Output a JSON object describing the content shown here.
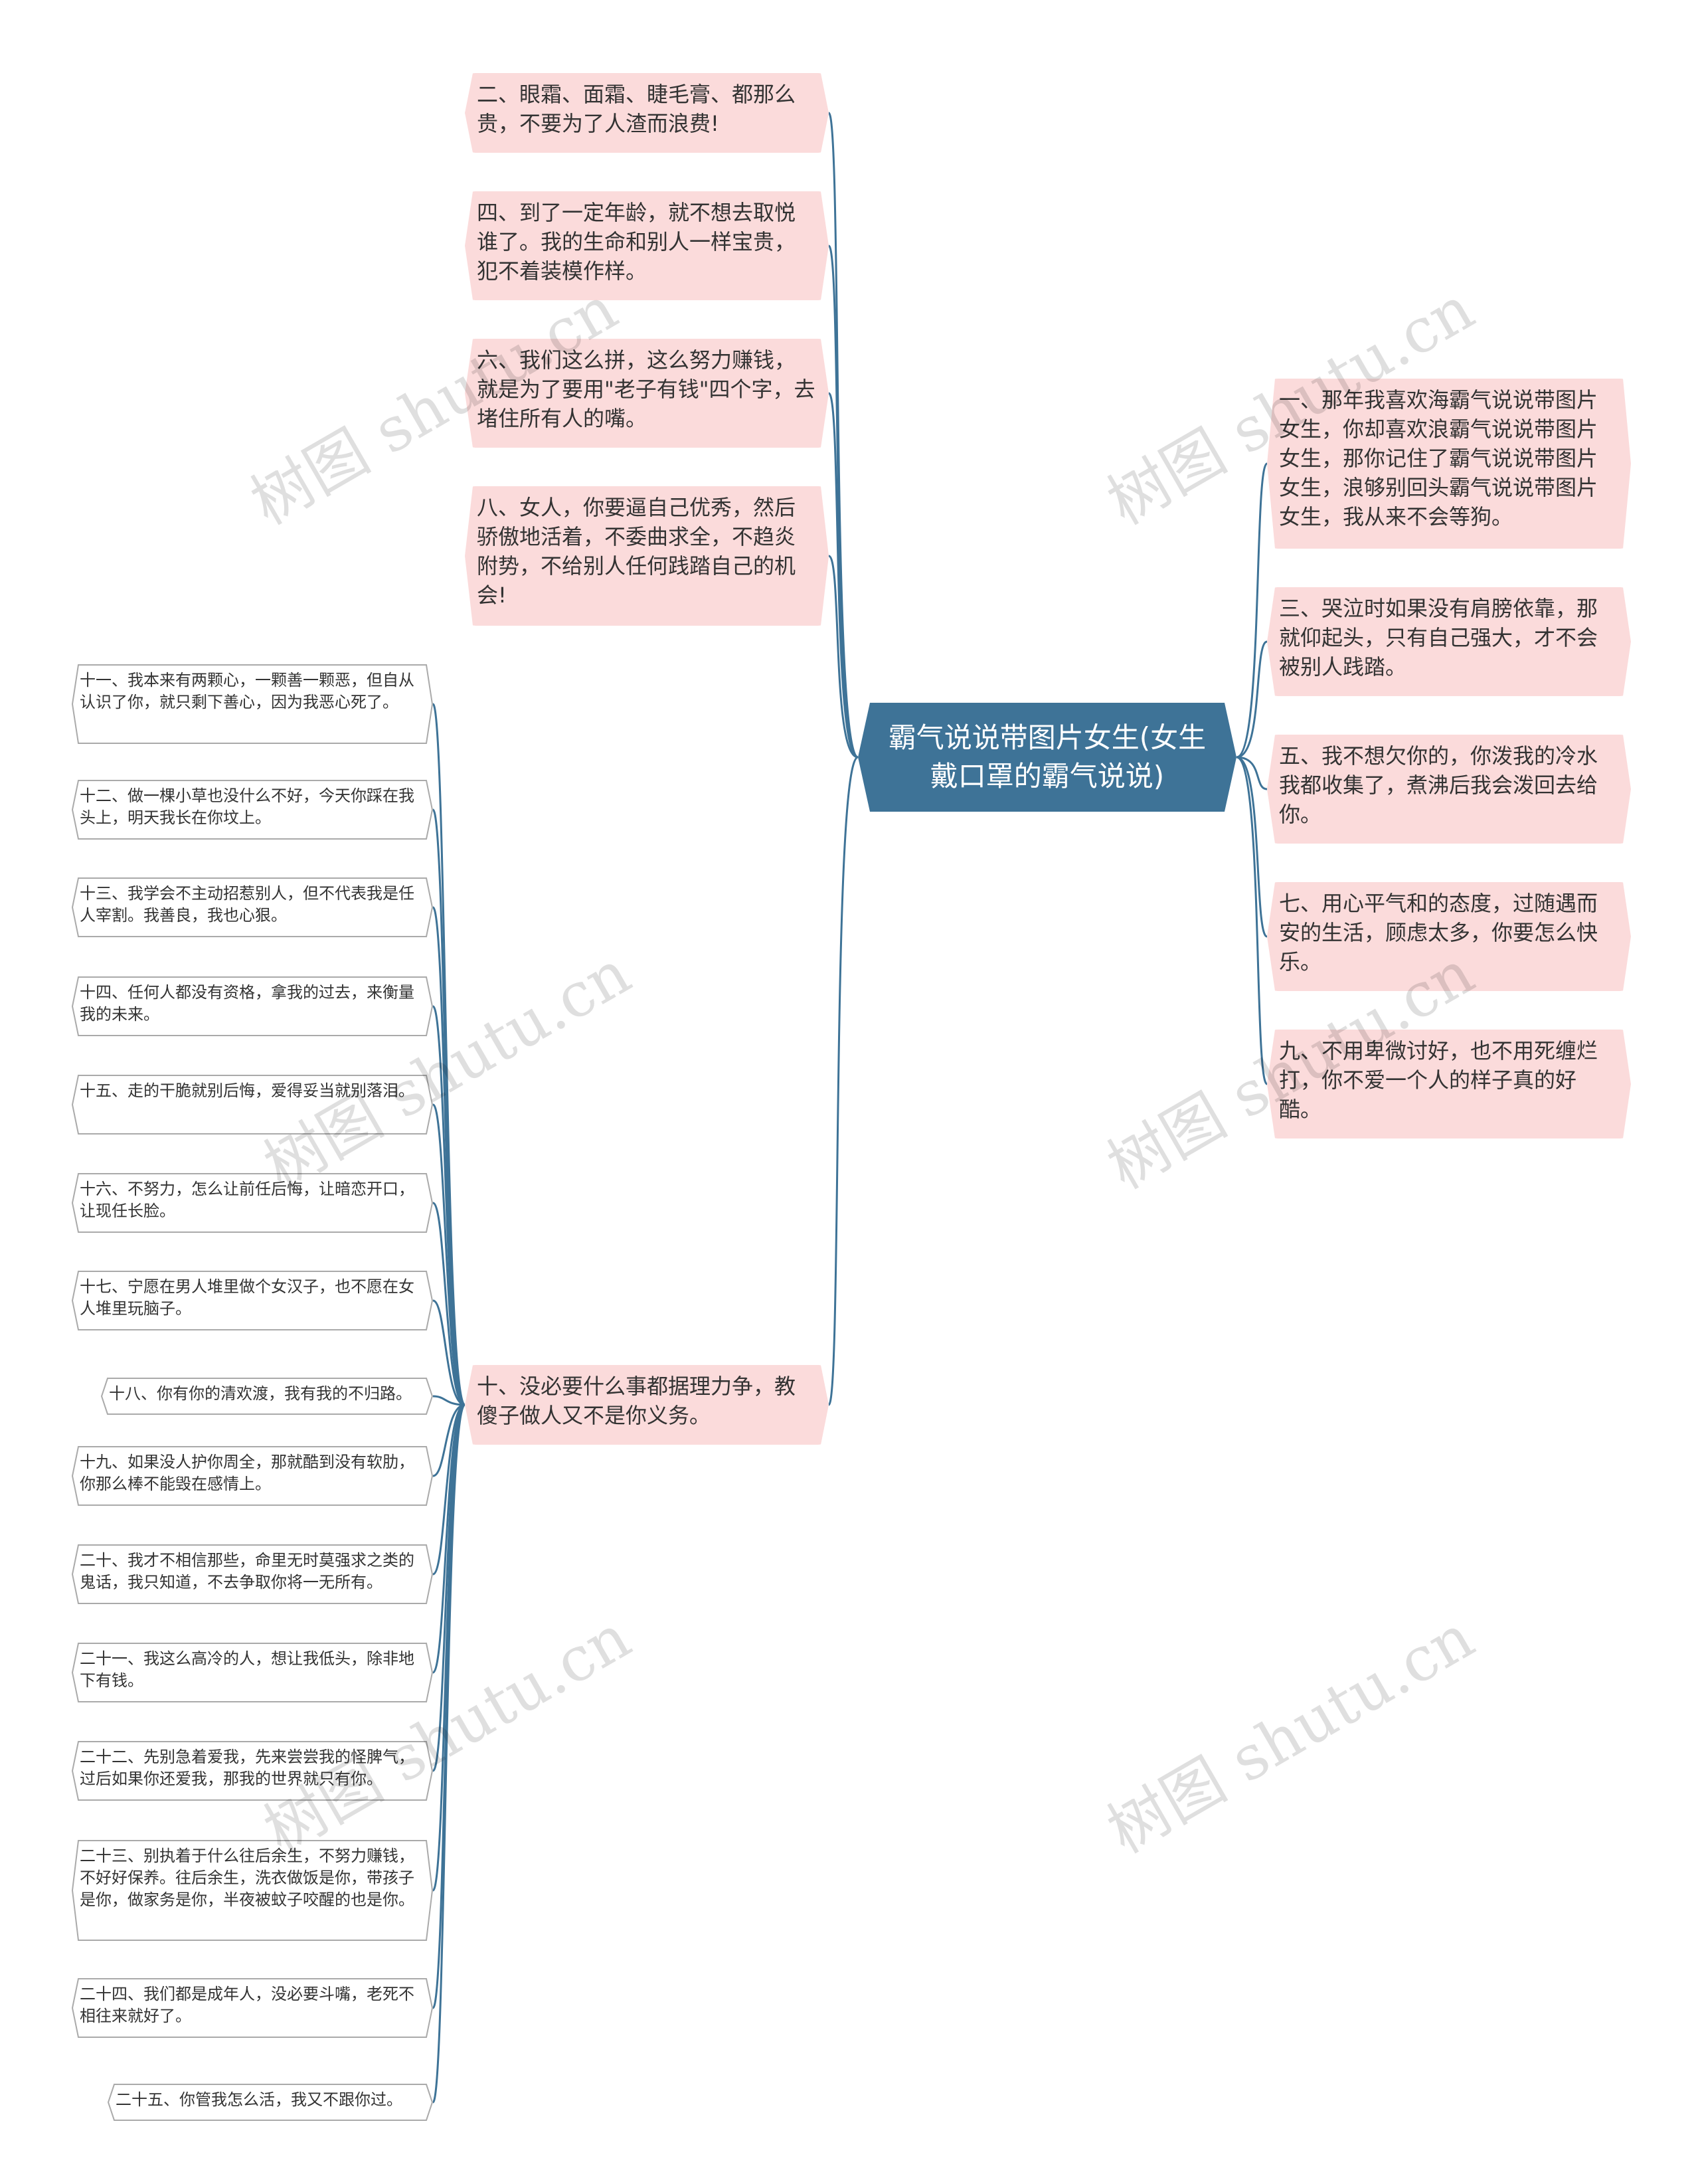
{
  "root": {
    "title": "霸气说说带图片女生(女生戴口罩的霸气说说)"
  },
  "left_items": [
    "二、眼霜、面霜、睫毛膏、都那么贵，不要为了人渣而浪费!",
    "四、到了一定年龄，就不想去取悦谁了。我的生命和别人一样宝贵，犯不着装模作样。",
    "六、我们这么拼，这么努力赚钱，就是为了要用\"老子有钱\"四个字，去堵住所有人的嘴。",
    "八、女人，你要逼自己优秀，然后骄傲地活着，不委曲求全，不趋炎附势，不给别人任何践踏自己的机会!",
    "十、没必要什么事都据理力争，教傻子做人又不是你义务。"
  ],
  "right_items": [
    "一、那年我喜欢海霸气说说带图片女生，你却喜欢浪霸气说说带图片女生，那你记住了霸气说说带图片女生，浪够别回头霸气说说带图片女生，我从来不会等狗。",
    "三、哭泣时如果没有肩膀依靠，那就仰起头，只有自己强大，才不会被别人践踏。",
    "五、我不想欠你的，你泼我的冷水我都收集了，煮沸后我会泼回去给你。",
    "七、用心平气和的态度，过随遇而安的生活，顾虑太多，你要怎么快乐。",
    "九、不用卑微讨好，也不用死缠烂打，你不爱一个人的样子真的好酷。"
  ],
  "sub_items": [
    "十一、我本来有两颗心，一颗善一颗恶，但自从认识了你，就只剩下善心，因为我恶心死了。",
    "十二、做一棵小草也没什么不好，今天你踩在我头上，明天我长在你坟上。",
    "十三、我学会不主动招惹别人，但不代表我是任人宰割。我善良，我也心狠。",
    "十四、任何人都没有资格，拿我的过去，来衡量我的未来。",
    "十五、走的干脆就别后悔，爱得妥当就别落泪。",
    "十六、不努力，怎么让前任后悔，让暗恋开口，让现任长脸。",
    "十七、宁愿在男人堆里做个女汉子，也不愿在女人堆里玩脑子。",
    "十八、你有你的清欢渡，我有我的不归路。",
    "十九、如果没人护你周全，那就酷到没有软肋，你那么棒不能毁在感情上。",
    "二十、我才不相信那些，命里无时莫强求之类的鬼话，我只知道，不去争取你将一无所有。",
    "二十一、我这么高冷的人，想让我低头，除非地下有钱。",
    "二十二、先别急着爱我，先来尝尝我的怪脾气，过后如果你还爱我，那我的世界就只有你。",
    "二十三、别执着于什么往后余生，不努力赚钱，不好好保养。往后余生，洗衣做饭是你，带孩子是你，做家务是你，半夜被蚊子咬醒的也是你。",
    "二十四、我们都是成年人，没必要斗嘴，老死不相往来就好了。",
    "二十五、你管我怎么活，我又不跟你过。"
  ],
  "watermark": "树图 shutu.cn",
  "colors": {
    "root_bg": "#3e7397",
    "pink_bg": "#fbdbdb",
    "line": "#3e7397",
    "hex_border": "#aaaaaa"
  }
}
